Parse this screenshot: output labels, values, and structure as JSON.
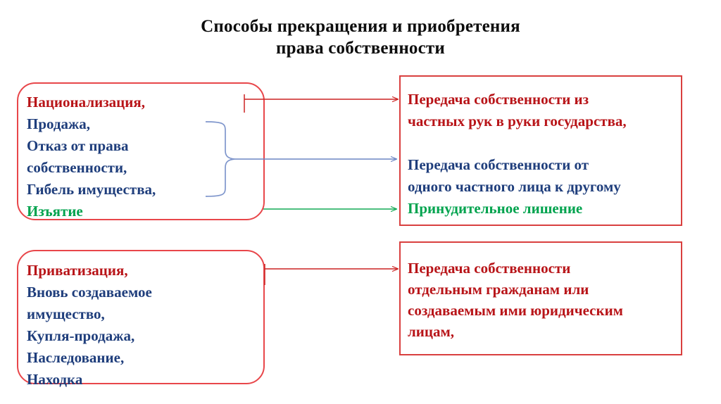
{
  "title": {
    "line1": "Способы прекращения и приобретения",
    "line2": "права собственности"
  },
  "colors": {
    "red_text": "#b81418",
    "blue_text": "#1f3e7c",
    "green_text": "#00a34e",
    "box_border_red": "#e8464a",
    "box_border_plain": "#d9403f",
    "arrow_red": "#cc2222",
    "arrow_blue": "#6b85c4",
    "arrow_green": "#12aa55",
    "brace_blue": "#7f96cc",
    "title_text": "#0d0d0d",
    "background": "#ffffff"
  },
  "boxes": {
    "left_top": {
      "first_item": "Национализация,",
      "middle_items": "Продажа,\nОтказ от права\nсобственности,\nГибель имущества,",
      "last_item": "Изъятие"
    },
    "right_top": {
      "red_block": "Передача собственности из\nчастных рук в руки государства,",
      "blue_block": "Передача собственности от\nодного частного лица к другому",
      "green_block": "Принудительное лишение"
    },
    "left_bottom": {
      "first_item": "Приватизация,",
      "rest_items": "Вновь создаваемое\nимущество,\nКупля-продажа,\nНаследование,\nНаходка"
    },
    "right_bottom": {
      "text": "Передача собственности\nотдельным гражданам или\nсоздаваемым ими юридическим\nлицам,"
    }
  },
  "connectors": [
    {
      "name": "red-arrow-top",
      "from": "left_top.first_item",
      "to": "right_top.red_block",
      "color": "#cc2222"
    },
    {
      "name": "blue-arrow-middle",
      "from": "left_top.middle_items",
      "to": "right_top.blue_block",
      "color": "#6b85c4"
    },
    {
      "name": "green-arrow-bottom",
      "from": "left_top.last_item",
      "to": "right_top.green_block",
      "color": "#12aa55"
    },
    {
      "name": "red-arrow-lower",
      "from": "left_bottom",
      "to": "right_bottom",
      "color": "#cc2222"
    },
    {
      "name": "blue-brace",
      "from": "left_top.middle_items",
      "to": "blue-arrow-middle",
      "color": "#7f96cc"
    }
  ]
}
